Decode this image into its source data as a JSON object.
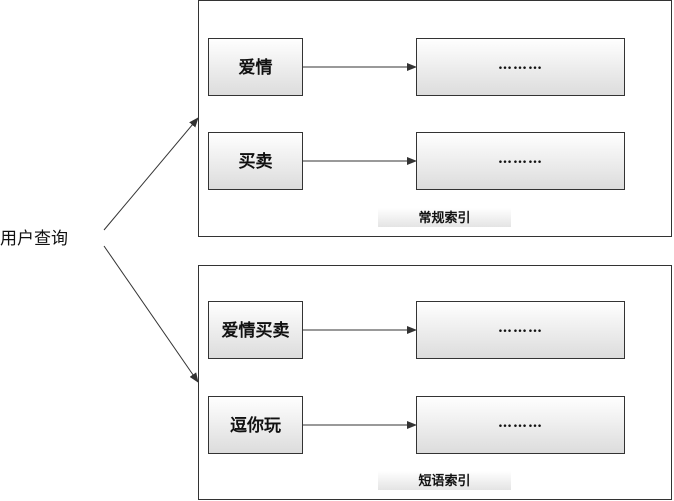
{
  "query": {
    "label": "用户查询"
  },
  "groups": [
    {
      "caption": "常规索引",
      "rows": [
        {
          "term": "爱情",
          "postings": "………"
        },
        {
          "term": "买卖",
          "postings": "………"
        }
      ]
    },
    {
      "caption": "短语索引",
      "rows": [
        {
          "term": "爱情买卖",
          "postings": "………"
        },
        {
          "term": "逗你玩",
          "postings": "………"
        }
      ]
    }
  ],
  "colors": {
    "stroke": "#333333",
    "node_fill_top": "#ffffff",
    "node_fill_bottom": "#dcdcdc",
    "caption_fill": "#ececec"
  }
}
